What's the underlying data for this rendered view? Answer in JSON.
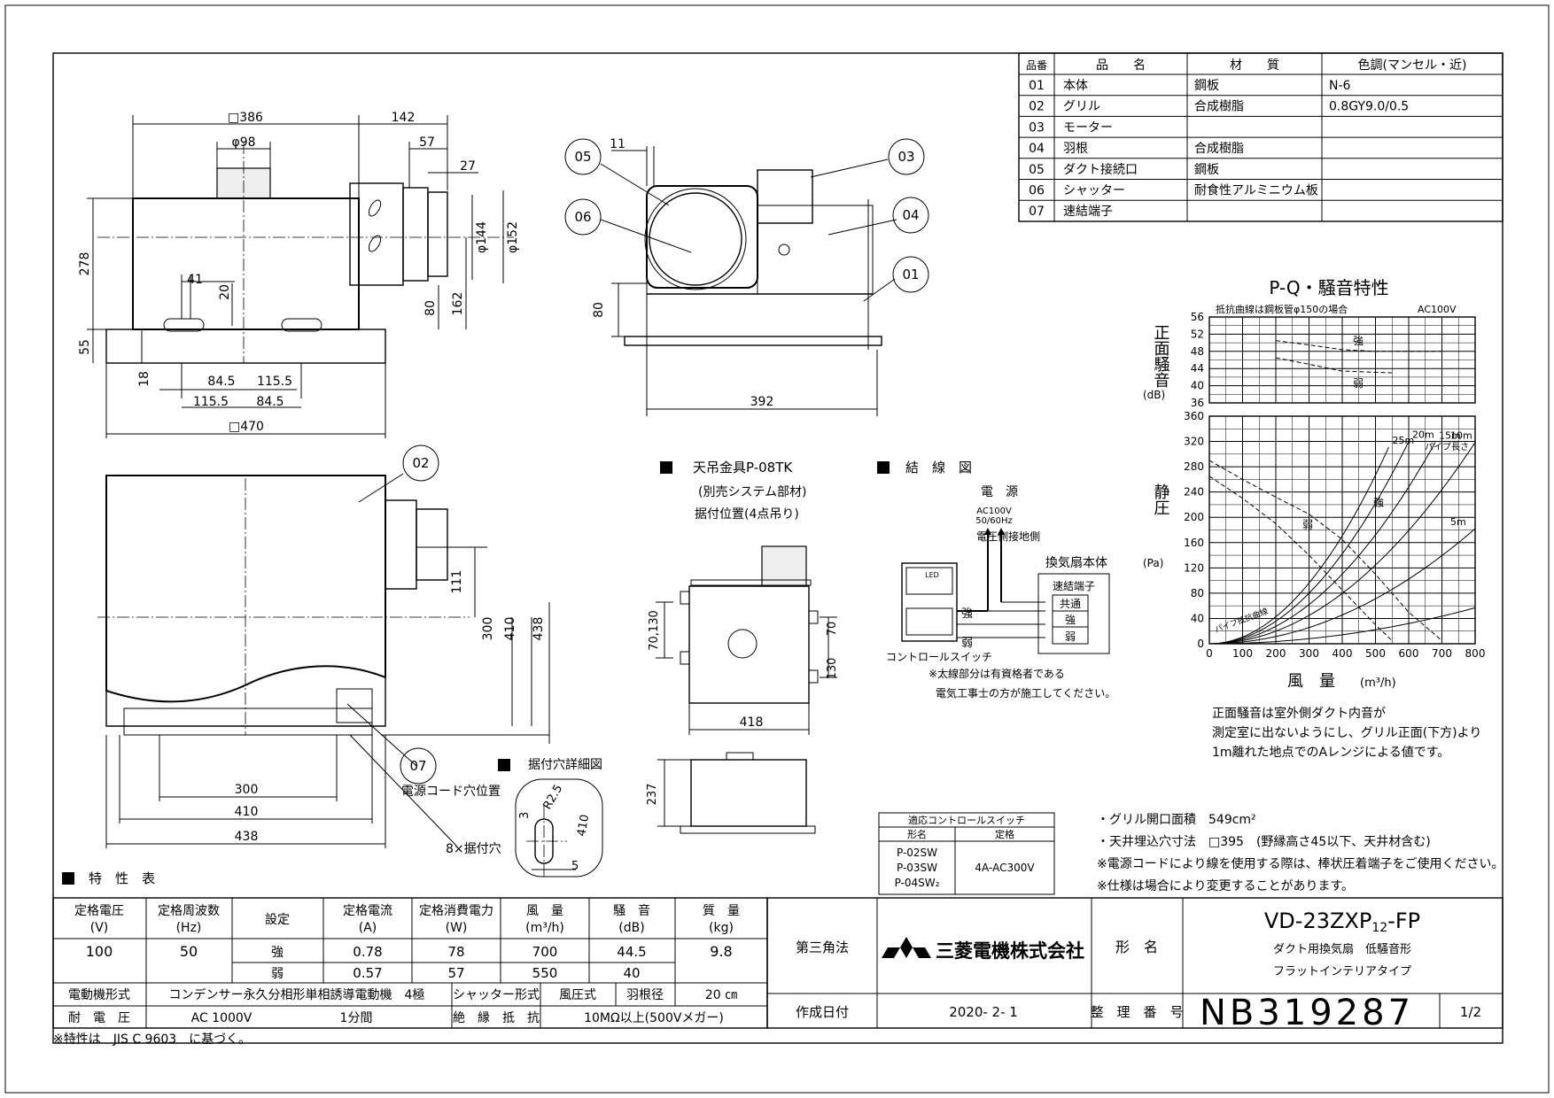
{
  "parts_table": {
    "headers": [
      "品番",
      "品　　名",
      "材　　質",
      "色調(マンセル・近)"
    ],
    "rows": [
      [
        "01",
        "本体",
        "鋼板",
        "N-6"
      ],
      [
        "02",
        "グリル",
        "合成樹脂",
        "0.8GY9.0/0.5"
      ],
      [
        "03",
        "モーター",
        "",
        ""
      ],
      [
        "04",
        "羽根",
        "合成樹脂",
        ""
      ],
      [
        "05",
        "ダクト接続口",
        "鋼板",
        ""
      ],
      [
        "06",
        "シャッター",
        "耐食性アルミニウム板",
        ""
      ],
      [
        "07",
        "速結端子",
        "",
        ""
      ]
    ]
  },
  "dimensions": {
    "d386": "□386",
    "d142": "142",
    "d98": "φ98",
    "d57": "57",
    "d27": "27",
    "d278": "278",
    "d144": "φ144",
    "d152": "φ152",
    "d80": "80",
    "d162": "162",
    "d41": "41",
    "d20": "20",
    "d55": "55",
    "d18": "18",
    "d845a": "84.5",
    "d1155a": "115.5",
    "d1155b": "115.5",
    "d845b": "84.5",
    "d470": "□470",
    "d11": "11",
    "d80b": "80",
    "d392": "392",
    "d111": "111",
    "d300v": "300",
    "d410v": "410",
    "d438v": "438",
    "d300h": "300",
    "d410h": "410",
    "d438h": "438",
    "d70130": "70,130",
    "d70": "70",
    "d130": "130",
    "d418": "418",
    "d237": "237",
    "d3": "3",
    "d25": "R2.5",
    "d410d": "410",
    "d5": "5"
  },
  "callouts": [
    "05",
    "06",
    "03",
    "04",
    "01",
    "02",
    "07"
  ],
  "hanger": {
    "title": "天吊金具P-08TK",
    "sub": "(別売システム部材)",
    "sub2": "据付位置(4点吊り)"
  },
  "wiring": {
    "title": "結　線　図",
    "power": "電　源",
    "volt1": "AC100V",
    "volt2": "50/60Hz",
    "p_side": "電圧側",
    "g_side": "接地側",
    "body": "換気扇本体",
    "terminal": "速結端子",
    "common": "共通",
    "strong": "強",
    "weak": "弱",
    "led": "LED",
    "sw_strong": "強",
    "sw_weak": "弱",
    "switch": "コントロールスイッチ",
    "note1": "※太線部分は有資格者である",
    "note2": "電気工事士の方が施工してください。"
  },
  "labels": {
    "power_cord": "電源コード穴位置",
    "holes": "8×据付穴",
    "hole_detail": "据付穴詳細図"
  },
  "switch_table": {
    "title": "適応コントロールスイッチ",
    "h1": "形名",
    "h2": "定格",
    "models": [
      "P-02SW",
      "P-03SW",
      "P-04SW₂"
    ],
    "rating": "4A-AC300V"
  },
  "notes": [
    "・グリル開口面積　549cm²",
    "・天井埋込穴寸法　□395　(野縁高さ45以下、天井材含む)",
    "※電源コードにより線を使用する際は、棒状圧着端子をご使用ください。",
    "※仕様は場合により変更することがあります。"
  ],
  "chart_data": {
    "type": "line",
    "title": "P-Q・騒音特性",
    "noise": {
      "note": "抵抗曲線は鋼板管φ150の場合",
      "voltage": "AC100V",
      "ylabel": "正面騒音",
      "yunit": "(dB)",
      "yticks": [
        "56",
        "52",
        "48",
        "44",
        "40",
        "36"
      ],
      "ylim": [
        36,
        56
      ],
      "series": [
        {
          "name": "強",
          "points": [
            [
              200,
              50.5
            ],
            [
              300,
              49.5
            ],
            [
              400,
              48.4
            ],
            [
              500,
              48.0
            ],
            [
              700,
              48.0
            ]
          ]
        },
        {
          "name": "弱",
          "points": [
            [
              200,
              46.5
            ],
            [
              300,
              45.0
            ],
            [
              400,
              43.4
            ],
            [
              550,
              43.0
            ]
          ]
        }
      ]
    },
    "pq": {
      "ylabel": "静圧",
      "yunit": "(Pa)",
      "xlabel": "風　量",
      "xunit": "(m³/h)",
      "xticks": [
        "0",
        "100",
        "200",
        "300",
        "400",
        "500",
        "600",
        "700",
        "800"
      ],
      "yticks": [
        "360",
        "320",
        "280",
        "240",
        "200",
        "160",
        "120",
        "80",
        "40",
        "0"
      ],
      "xlim": [
        0,
        800
      ],
      "ylim": [
        0,
        360
      ],
      "pipe_length_label": "パイプ長さ",
      "resistance_label": "パイプ抵抗曲線",
      "series": [
        {
          "name": "強",
          "points": [
            [
              0,
              290
            ],
            [
              100,
              260
            ],
            [
              200,
              232
            ],
            [
              300,
              205
            ],
            [
              400,
              165
            ],
            [
              500,
              110
            ],
            [
              600,
              50
            ],
            [
              700,
              5
            ]
          ]
        },
        {
          "name": "弱",
          "points": [
            [
              0,
              265
            ],
            [
              100,
              230
            ],
            [
              200,
              190
            ],
            [
              300,
              140
            ],
            [
              400,
              85
            ],
            [
              500,
              30
            ],
            [
              550,
              5
            ]
          ]
        }
      ],
      "resistance_curves": [
        {
          "name": "25m",
          "k": 240
        },
        {
          "name": "20m",
          "k": 200
        },
        {
          "name": "15m",
          "k": 155
        },
        {
          "name": "10m",
          "k": 112
        },
        {
          "name": "5m",
          "k": 64
        },
        {
          "name": "",
          "k": 20
        }
      ]
    },
    "notes": [
      "正面騒音は室外側ダクト内音が",
      "測定室に出ないようにし、グリル正面(下方)より",
      "1m離れた地点でのAレンジによる値です。"
    ]
  },
  "spec_table": {
    "title": "特　性　表",
    "headers": [
      "定格電圧\n(V)",
      "定格周波数\n(Hz)",
      "設定",
      "定格電流\n(A)",
      "定格消費電力\n(W)",
      "風　量\n(m³/h)",
      "騒　音\n(dB)",
      "質　量\n(kg)"
    ],
    "voltage": "100",
    "frequency": "50",
    "rows": [
      {
        "setting": "強",
        "current": "0.78",
        "power": "78",
        "airflow": "700",
        "noise": "44.5"
      },
      {
        "setting": "弱",
        "current": "0.57",
        "power": "57",
        "airflow": "550",
        "noise": "40"
      }
    ],
    "mass": "9.8",
    "motor_label": "電動機形式",
    "motor": "コンデンサー永久分相形単相誘導電動機　4極",
    "shutter_label": "シャッター形式",
    "shutter": "風圧式",
    "blade_label": "羽根径",
    "blade": "20 ㎝",
    "withstand_label": "耐　電　圧",
    "withstand": "AC 1000V",
    "withstand_time": "1分間",
    "insulation_label": "絶　縁　抵　抗",
    "insulation": "10MΩ以上(500Vメガー)",
    "footnote": "※特性は　JIS C 9603　に基づく。"
  },
  "title_block": {
    "projection": "第三角法",
    "company": "三菱電機株式会社",
    "model_label": "形　名",
    "model": "VD-23ZXP12-FP",
    "model_main": "VD-23ZXP",
    "model_sub": "12",
    "model_end": "-FP",
    "product1": "ダクト用換気扇　低騒音形",
    "product2": "フラットインテリアタイプ",
    "date_label": "作成日付",
    "date": "2020- 2- 1",
    "number_label": "整　理　番　号",
    "number": "NB319287",
    "page": "1/2"
  }
}
